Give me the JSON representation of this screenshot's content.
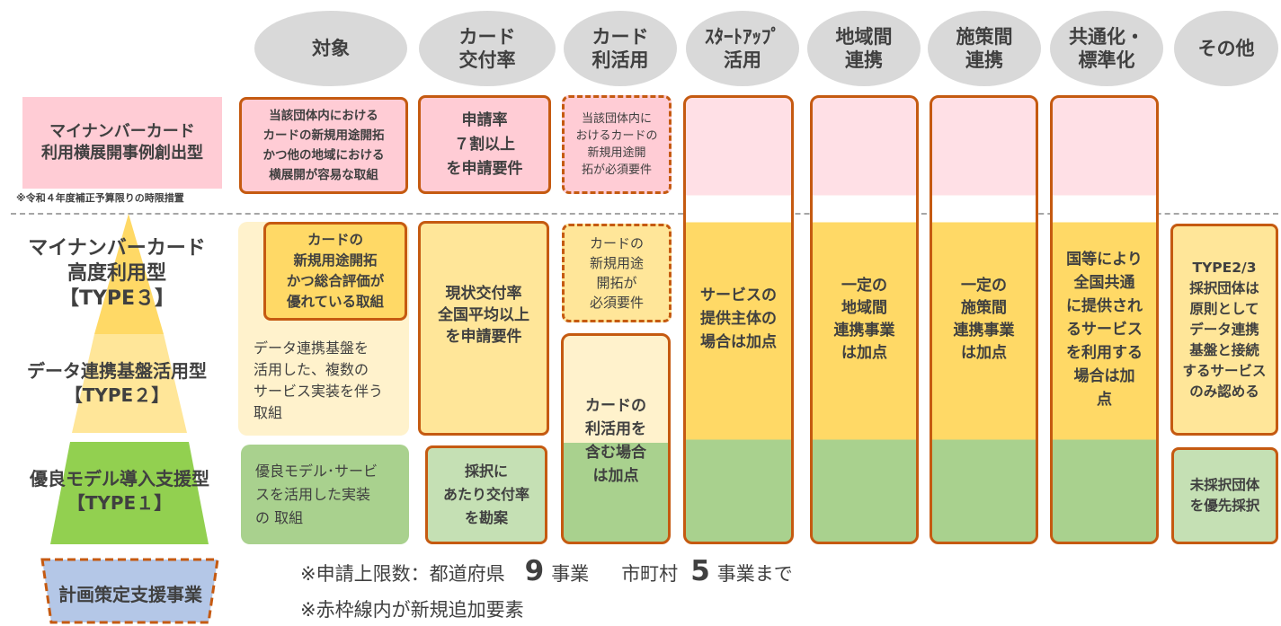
{
  "headers": [
    "対象",
    "カード\n交付率",
    "カード\n利活用",
    "ｽﾀｰﾄｱｯﾌﾟ\n活用",
    "地域間\n連携",
    "施策間\n連携",
    "共通化・\n標準化",
    "その他"
  ],
  "rows": {
    "creation": {
      "label": "マイナンバーカード\n利用横展開事例創出型",
      "note": "※令和４年度補正予算限りの時限措置",
      "target": "当該団体内における\nカードの新規用途開拓\nかつ他の地域における\n横展開が容易な取組",
      "issuance": "申請率\n７割以上\nを申請要件",
      "utilization": "当該団体内に\nおけるカードの\n新規用途開\n拓が必須要件"
    },
    "type3": {
      "label": "マイナンバーカード\n高度利用型\n【TYPE３】",
      "target": "カードの\n新規用途開拓\nかつ総合評価が\n優れている取組",
      "utilization": "カードの\n新規用途\n開拓が\n必須要件"
    },
    "type2": {
      "label": "データ連携基盤活用型\n【TYPE２】",
      "target": "データ連携基盤を\n活用した、複数の\nサービス実装を伴う\n取組"
    },
    "type1": {
      "label": "優良モデル導入支援型\n【TYPE１】",
      "target": "優良モデル･サービ\nスを活用した実装\nの 取組",
      "issuance": "採択に\nあたり交付率\nを勘案",
      "other": "未採択団体\nを優先採択"
    },
    "planning": {
      "label": "計画策定支援事業"
    }
  },
  "shared": {
    "issuance_t23": "現状交付率\n全国平均以上\nを申請要件",
    "utilization_t12": "カードの\n利活用を\n含む場合\nは加点",
    "startup": "サービスの\n提供主体の\n場合は加点",
    "regional": "一定の\n地域間\n連携事業\nは加点",
    "policy": "一定の\n施策間\n連携事業\nは加点",
    "standard": "国等により\n全国共通\nに提供され\nるサービス\nを利用する\n場合は加\n点",
    "other_t23": "TYPE2/3\n採択団体は\n原則として\nデータ連携\n基盤と接続\nするサービス\nのみ認める"
  },
  "footnotes": {
    "limit_prefix": "※申請上限数：都道府県",
    "pref_num": "9",
    "pref_unit": "事業",
    "muni_label": "市町村",
    "muni_num": "5",
    "muni_unit": "事業まで",
    "redline": "※赤枠線内が新規追加要素"
  },
  "colors": {
    "pink": "#ffccd5",
    "yellow": "#ffd966",
    "light_yellow": "#ffe699",
    "green": "#a9d18e",
    "blue": "#b4c7e7",
    "border": "#c55a11",
    "header": "#d9d9d9"
  }
}
